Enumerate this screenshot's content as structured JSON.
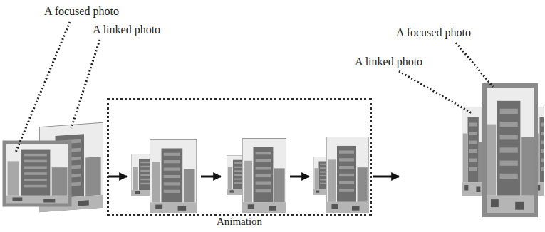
{
  "diagram": {
    "nodes": [
      {
        "text": [
          "Animation"
        ]
      }
    ],
    "labels": [
      "A focused photo",
      "A linked photo",
      "A focused photo",
      "A linked photo"
    ]
  }
}
